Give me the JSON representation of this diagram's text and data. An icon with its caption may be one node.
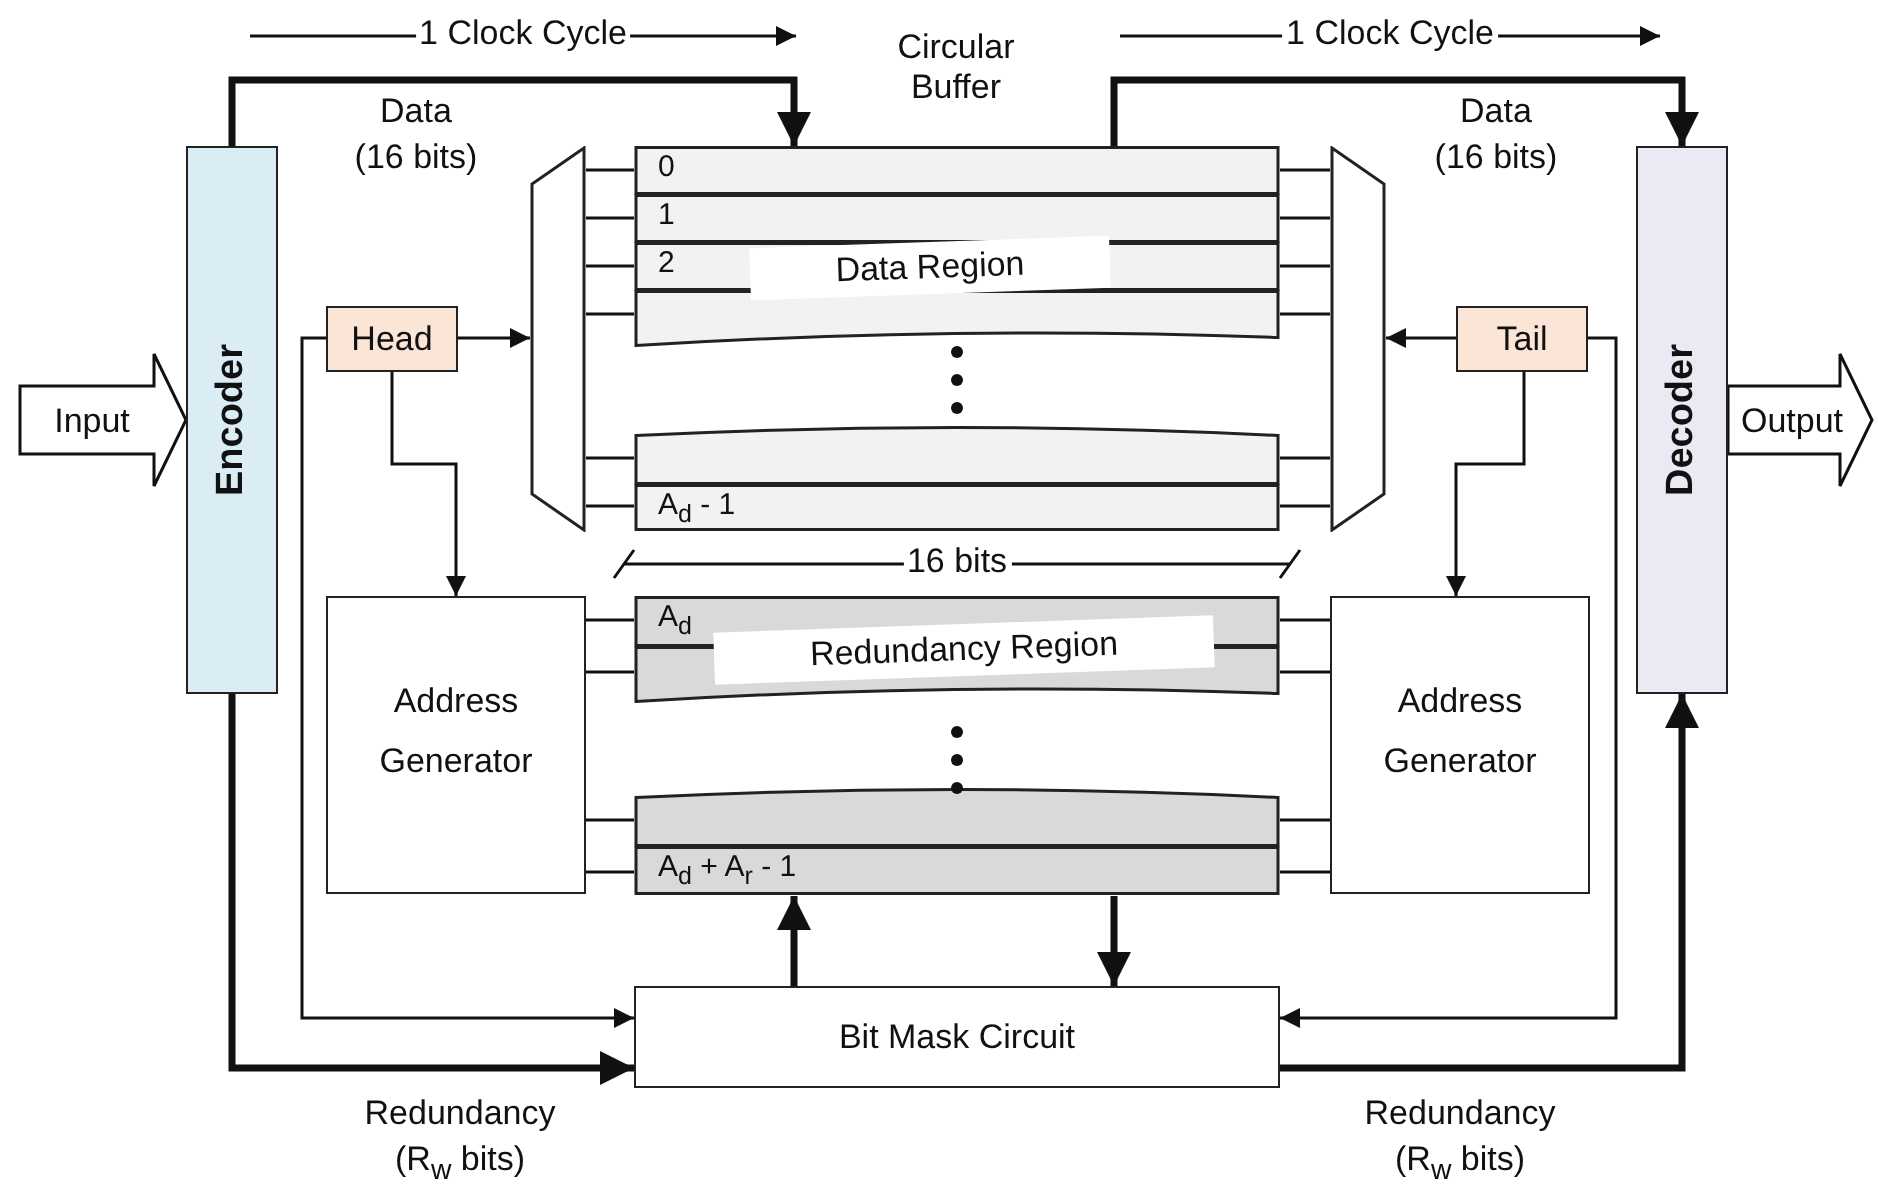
{
  "diagram": {
    "nodes": [
      {
        "text": [
          "Encoder"
        ]
      },
      {
        "text": [
          "Data Region"
        ]
      },
      {
        "text": [
          "Redundancy Region"
        ]
      },
      {
        "text": [
          "Decoder"
        ]
      },
      {
        "text": [
          "Head"
        ]
      },
      {
        "text": [
          "Tail"
        ]
      },
      {
        "text": [],
        "shape": "trapezoid"
      },
      {
        "text": [],
        "shape": "trapezoid"
      },
      {
        "text": [
          "Address Generator"
        ]
      },
      {
        "text": [
          "Address Generator"
        ]
      },
      {
        "text": [
          "Bit Mask Circuit"
        ]
      }
    ],
    "edges": [
      {
        "from": null,
        "to": 0,
        "arrow": "to",
        "label": "Input"
      },
      {
        "from": 0,
        "to": 1,
        "arrow": "to",
        "label": "Data (16 bits)",
        "style": "thick"
      },
      {
        "from": 1,
        "to": 3,
        "arrow": "to",
        "label": "Data (16 bits)",
        "style": "thick"
      },
      {
        "from": 3,
        "to": null,
        "arrow": "to",
        "label": "Output"
      },
      {
        "from": 4,
        "to": 6,
        "arrow": "to"
      },
      {
        "from": 4,
        "to": 8,
        "arrow": "to"
      },
      {
        "from": 4,
        "to": 10,
        "arrow": "to"
      },
      {
        "from": 5,
        "to": 7,
        "arrow": "to"
      },
      {
        "from": 5,
        "to": 9,
        "arrow": "to"
      },
      {
        "from": 5,
        "to": 10,
        "arrow": "to"
      },
      {
        "from": 0,
        "to": 10,
        "arrow": "to",
        "label": "Redundancy (R$_{w}$ bits)",
        "style": "thick"
      },
      {
        "from": 10,
        "to": 3,
        "arrow": "to",
        "label": "Redundancy (R$_{w}$ bits)",
        "style": "thick"
      },
      {
        "from": 10,
        "to": 2,
        "arrow": "to",
        "style": "thick"
      },
      {
        "from": 2,
        "to": 10,
        "arrow": "to",
        "style": "thick"
      },
      {
        "from": 6,
        "to": 1,
        "arrow": "none"
      },
      {
        "from": 6,
        "to": 1,
        "arrow": "none"
      },
      {
        "from": 6,
        "to": 1,
        "arrow": "none"
      },
      {
        "from": 6,
        "to": 1,
        "arrow": "none"
      },
      {
        "from": 6,
        "to": 1,
        "arrow": "none"
      },
      {
        "from": 6,
        "to": 1,
        "arrow": "none"
      },
      {
        "from": 1,
        "to": 7,
        "arrow": "none"
      },
      {
        "from": 1,
        "to": 7,
        "arrow": "none"
      },
      {
        "from": 1,
        "to": 7,
        "arrow": "none"
      },
      {
        "from": 1,
        "to": 7,
        "arrow": "none"
      },
      {
        "from": 1,
        "to": 7,
        "arrow": "none"
      },
      {
        "from": 1,
        "to": 7,
        "arrow": "none"
      },
      {
        "from": 8,
        "to": 2,
        "arrow": "none"
      },
      {
        "from": 8,
        "to": 2,
        "arrow": "none"
      },
      {
        "from": 8,
        "to": 2,
        "arrow": "none"
      },
      {
        "from": 8,
        "to": 2,
        "arrow": "none"
      },
      {
        "from": 2,
        "to": 9,
        "arrow": "none"
      },
      {
        "from": 2,
        "to": 9,
        "arrow": "none"
      },
      {
        "from": 2,
        "to": 9,
        "arrow": "none"
      },
      {
        "from": 2,
        "to": 9,
        "arrow": "none"
      }
    ],
    "labels": [
      "1 Clock Cycle",
      "Circular Buffer",
      "1 Clock Cycle",
      "0",
      "1",
      "2",
      "A$_{d}$ - 1",
      "16 bits",
      "A$_{d}$",
      "A$_{d}$ + A$_{r}$ - 1"
    ]
  }
}
